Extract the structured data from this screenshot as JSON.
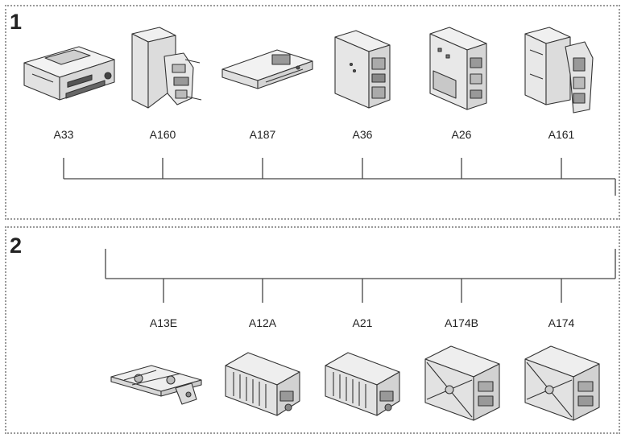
{
  "panels": [
    {
      "number": "1",
      "components": [
        {
          "label": "A33",
          "icon": "tachograph-unit-icon"
        },
        {
          "label": "A160",
          "icon": "control-module-bracket-icon"
        },
        {
          "label": "A187",
          "icon": "flat-module-icon"
        },
        {
          "label": "A36",
          "icon": "module-connectors-icon"
        },
        {
          "label": "A26",
          "icon": "module-box-icon"
        },
        {
          "label": "A161",
          "icon": "module-clip-bracket-icon"
        }
      ]
    },
    {
      "number": "2",
      "components": [
        {
          "label": "A13E",
          "icon": "mounting-bracket-icon"
        },
        {
          "label": "A12A",
          "icon": "ribbed-module-icon"
        },
        {
          "label": "A21",
          "icon": "ribbed-module-icon"
        },
        {
          "label": "A174B",
          "icon": "cross-braced-module-icon"
        },
        {
          "label": "A174",
          "icon": "cross-braced-module-icon"
        }
      ]
    }
  ]
}
